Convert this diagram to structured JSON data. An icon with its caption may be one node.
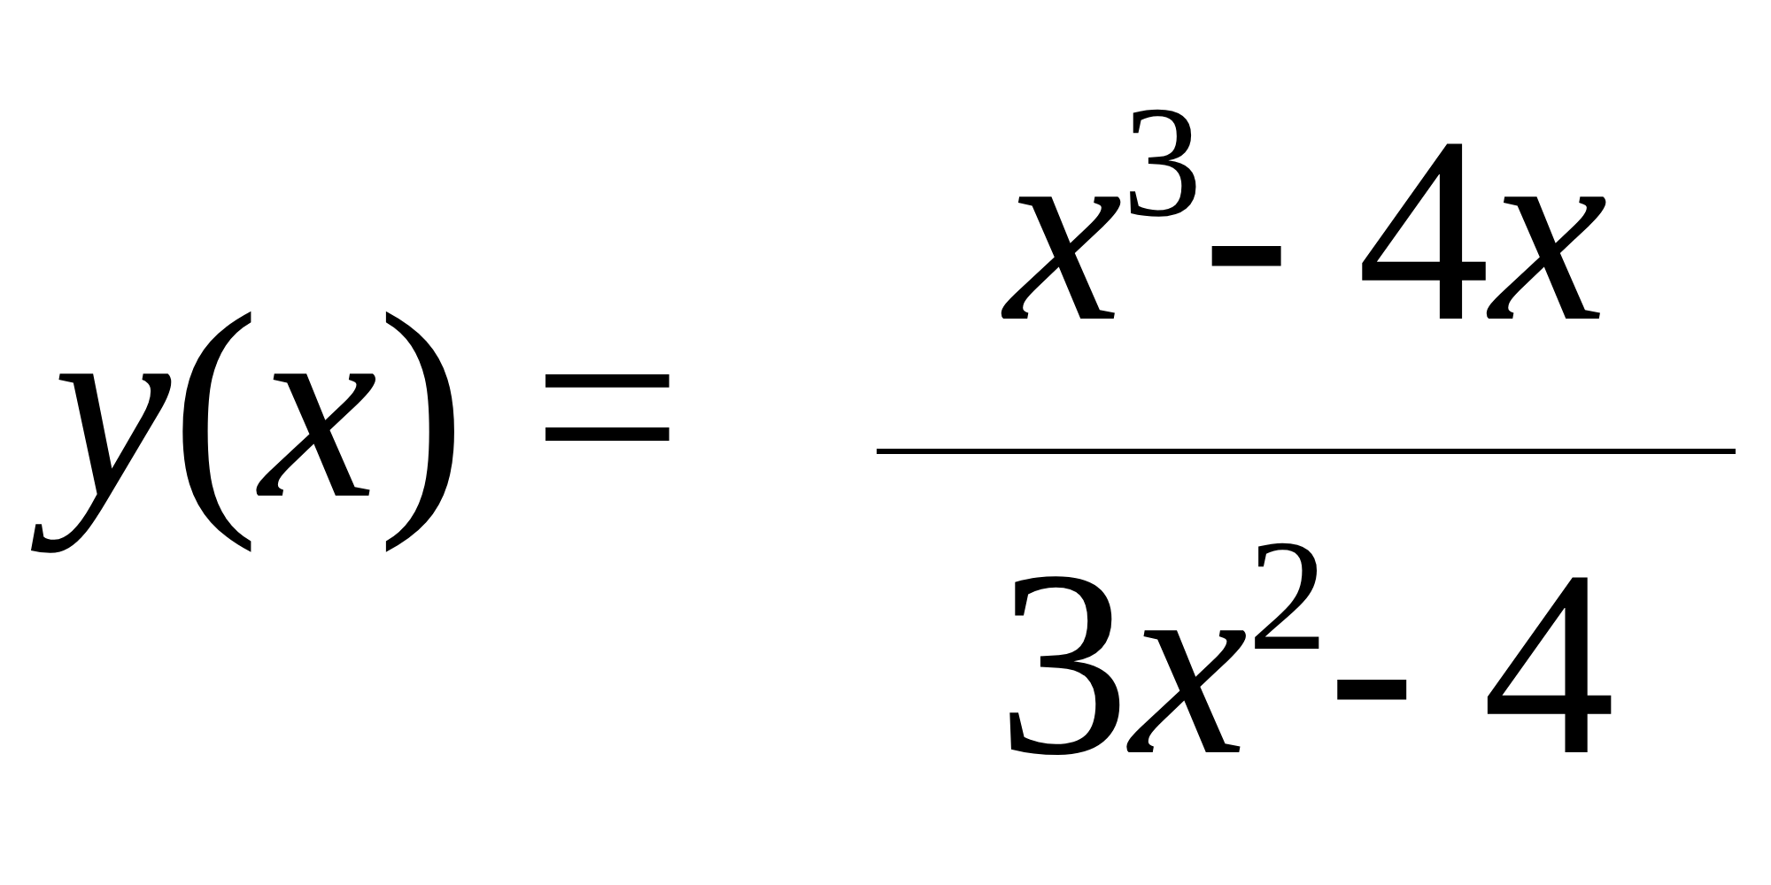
{
  "diagram": {
    "labels": [
      "y(x) =",
      "x$^{3}$- 4x",
      "3x$^{2}$- 4"
    ]
  }
}
